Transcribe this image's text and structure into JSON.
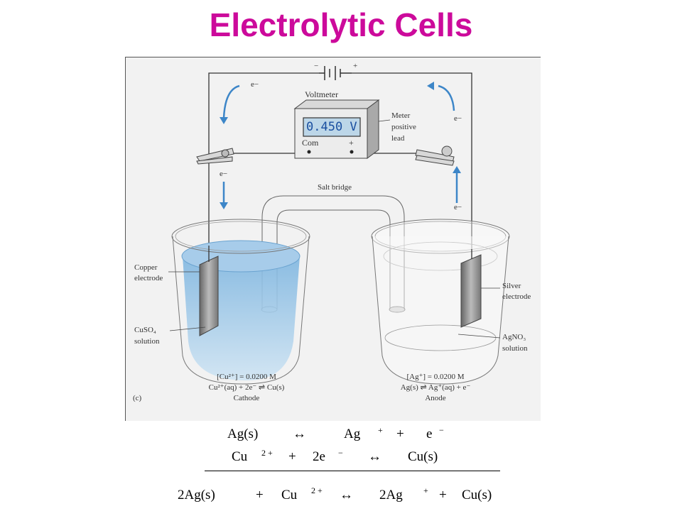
{
  "title": "Electrolytic Cells",
  "diagram": {
    "battery": {
      "minus": "−",
      "plus": "+"
    },
    "electron_label": "e−",
    "voltmeter": {
      "label": "Voltmeter",
      "reading": "0.450 V",
      "com": "Com",
      "plus": "+"
    },
    "meter_note": [
      "Meter",
      "positive",
      "lead"
    ],
    "salt_bridge": "Salt bridge",
    "left": {
      "electrode": [
        "Copper",
        "electrode"
      ],
      "solution": [
        "CuSO₄",
        "solution"
      ],
      "conc": "[Cu²⁺] = 0.0200 M",
      "reaction": "Cu²⁺(aq) + 2e⁻ ⇌ Cu(s)",
      "role": "Cathode"
    },
    "right": {
      "electrode": [
        "Silver",
        "electrode"
      ],
      "solution": [
        "AgNO₃",
        "solution"
      ],
      "conc": "[Ag⁺] = 0.0200 M",
      "reaction": "Ag(s) ⇌ Ag⁺(aq) + e⁻",
      "role": "Anode"
    },
    "panel": "(c)"
  },
  "equations": {
    "line1": {
      "reactant": "Ag(s)",
      "arrow": "↔",
      "product1": "Ag",
      "sup1": "+",
      "plus": "+",
      "product2": "e",
      "sup2": "−"
    },
    "line2": {
      "reactant1": "Cu",
      "sup1": "2 +",
      "plus": "+",
      "reactant2": "2e",
      "sup2": "−",
      "arrow": "↔",
      "product": "Cu(s)"
    },
    "line3": {
      "reactant1": "2Ag(s)",
      "plus1": "+",
      "reactant2": "Cu",
      "sup1": "2 +",
      "arrow": "↔",
      "product1": "2Ag",
      "sup2": "+",
      "plus2": "+",
      "product2": "Cu(s)"
    }
  }
}
